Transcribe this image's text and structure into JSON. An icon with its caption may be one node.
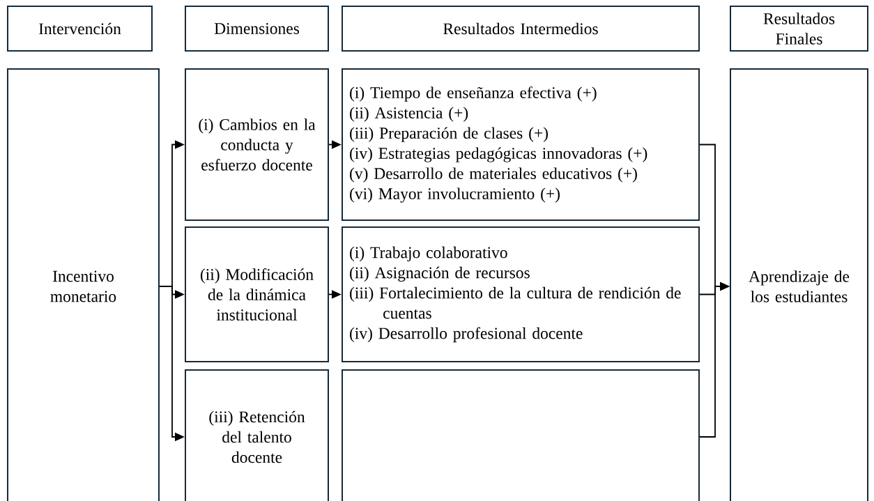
{
  "diagram": {
    "nodes": [
      {
        "text": [
          "Intervención"
        ]
      },
      {
        "text": [
          "Dimensiones"
        ]
      },
      {
        "text": [
          "Resultados Intermedios"
        ]
      },
      {
        "text": [
          "Resultados Finales"
        ]
      },
      {
        "text": [
          "Incentivo monetario"
        ]
      },
      {
        "text": [
          "(i) Cambios en la conducta y esfuerzo docente"
        ]
      },
      {
        "text": [
          "(ii) Modificación de la dinámica institucional"
        ]
      },
      {
        "text": [
          "(iii) Retención del talento docente"
        ]
      },
      {
        "text": [
          "(i) Tiempo de enseñanza efectiva (+)",
          "(ii) Asistencia (+)",
          "(iii) Preparación de clases (+)",
          "(iv) Estrategias pedagógicas innovadoras (+)",
          "(v) Desarrollo de materiales educativos (+)",
          "(vi) Mayor involucramiento (+)"
        ]
      },
      {
        "text": [
          "(i) Trabajo colaborativo",
          "(ii) Asignación de recursos",
          "(iii) Fortalecimiento de la cultura de rendición de cuentas",
          "(iv) Desarrollo profesional docente"
        ]
      },
      {
        "text": [],
        "shape": "box"
      },
      {
        "text": [
          "Aprendizaje de los estudiantes"
        ]
      }
    ],
    "edges": [
      {
        "from": 4,
        "to": 5,
        "arrow": "to"
      },
      {
        "from": 4,
        "to": 6,
        "arrow": "to"
      },
      {
        "from": 4,
        "to": 7,
        "arrow": "to"
      },
      {
        "from": 5,
        "to": 8,
        "arrow": "to"
      },
      {
        "from": 6,
        "to": 9,
        "arrow": "to"
      },
      {
        "from": 8,
        "to": 11,
        "arrow": "to"
      },
      {
        "from": 9,
        "to": 11,
        "arrow": "to"
      },
      {
        "from": 10,
        "to": 11,
        "arrow": "to"
      }
    ]
  }
}
